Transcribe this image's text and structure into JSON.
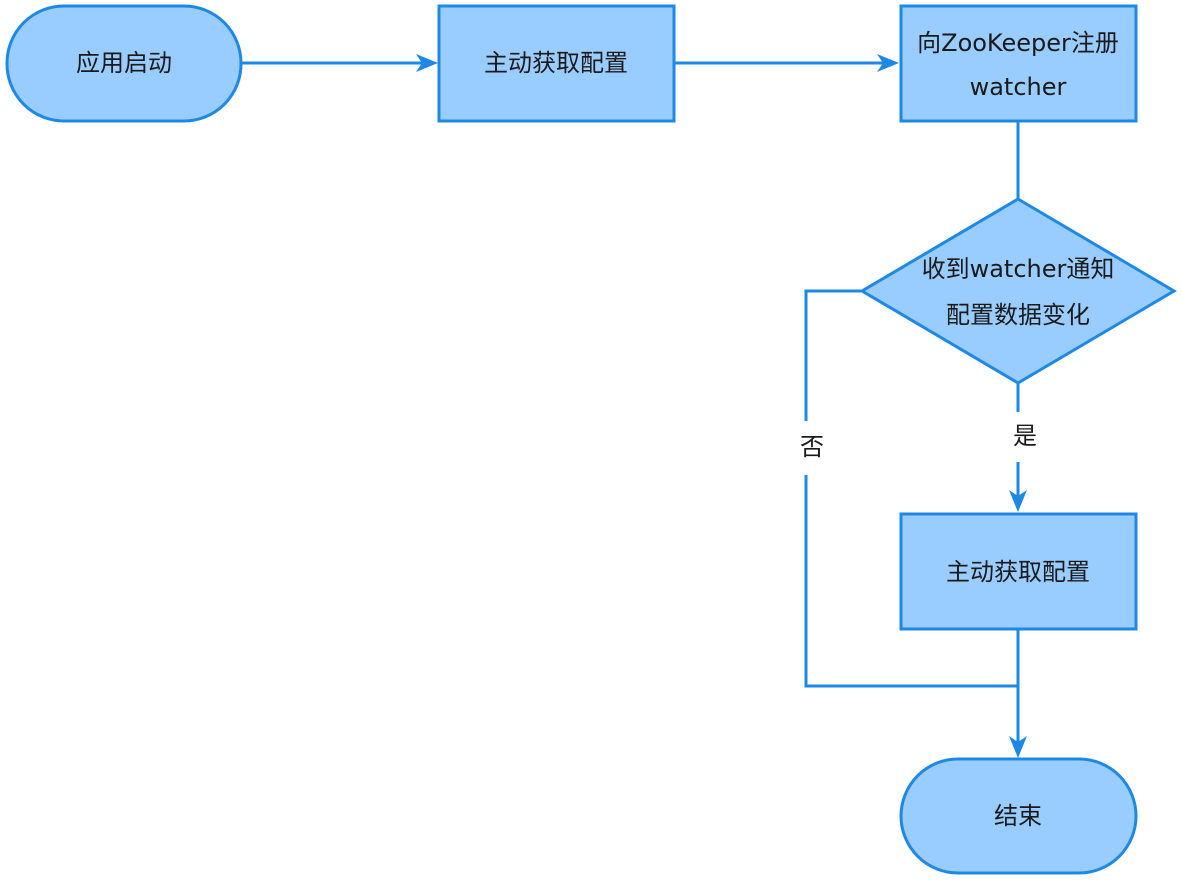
{
  "colors": {
    "node_fill": "#99ccff",
    "node_stroke": "#1e88e5",
    "edge": "#1e88e5",
    "text": "#1a1a1a"
  },
  "nodes": {
    "start": {
      "label": "应用启动"
    },
    "fetch_config": {
      "label": "主动获取配置"
    },
    "register_watcher": {
      "line1": "向ZooKeeper注册",
      "line2": "watcher"
    },
    "decision": {
      "line1": "收到watcher通知",
      "line2": "配置数据变化"
    },
    "fetch_config_again": {
      "label": "主动获取配置"
    },
    "end": {
      "label": "结束"
    }
  },
  "edges": {
    "yes_label": "是",
    "no_label": "否"
  }
}
